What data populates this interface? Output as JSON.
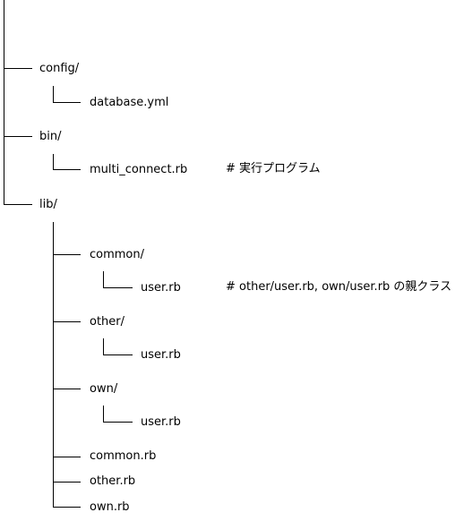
{
  "tree": {
    "nodes": [
      {
        "id": "config",
        "label": "config/",
        "depth": 0
      },
      {
        "id": "database-yml",
        "label": "database.yml",
        "depth": 1
      },
      {
        "id": "bin",
        "label": "bin/",
        "depth": 0
      },
      {
        "id": "multi-connect-rb",
        "label": "multi_connect.rb",
        "depth": 1,
        "comment": "# 実行プログラム"
      },
      {
        "id": "lib",
        "label": "lib/",
        "depth": 0
      },
      {
        "id": "common",
        "label": "common/",
        "depth": 1
      },
      {
        "id": "common-user-rb",
        "label": "user.rb",
        "depth": 2,
        "comment": "# other/user.rb, own/user.rb の親クラス"
      },
      {
        "id": "other",
        "label": "other/",
        "depth": 1
      },
      {
        "id": "other-user-rb",
        "label": "user.rb",
        "depth": 2
      },
      {
        "id": "own",
        "label": "own/",
        "depth": 1
      },
      {
        "id": "own-user-rb",
        "label": "user.rb",
        "depth": 2
      },
      {
        "id": "common-rb",
        "label": "common.rb",
        "depth": 1
      },
      {
        "id": "other-rb",
        "label": "other.rb",
        "depth": 1
      },
      {
        "id": "own-rb",
        "label": "own.rb",
        "depth": 1
      }
    ]
  }
}
